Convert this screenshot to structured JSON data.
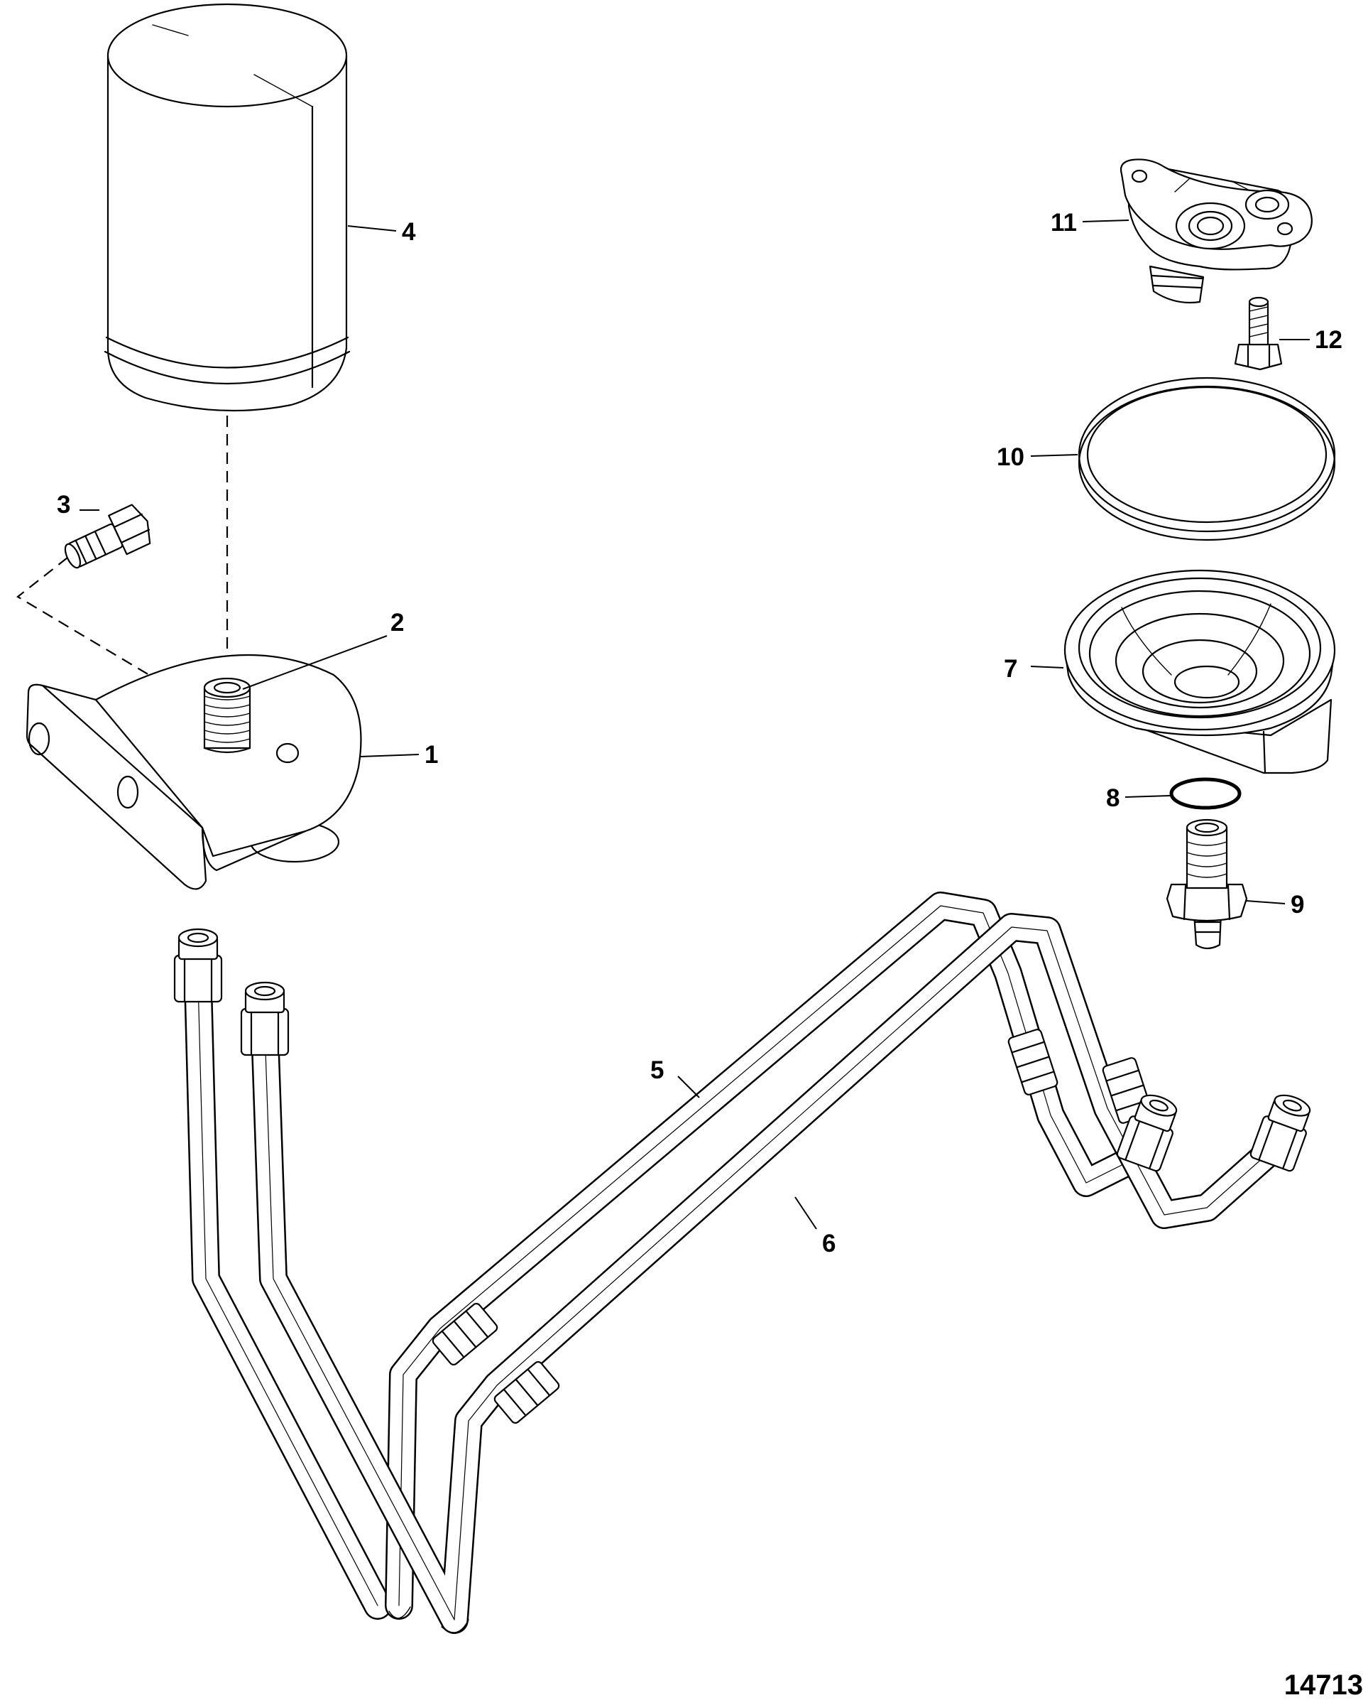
{
  "figure_number": "14713",
  "callouts": [
    "1",
    "2",
    "3",
    "4",
    "5",
    "6",
    "7",
    "8",
    "9",
    "10",
    "11",
    "12"
  ]
}
